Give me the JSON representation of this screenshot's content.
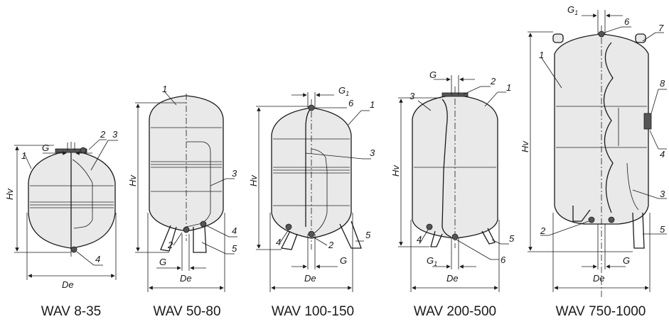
{
  "captions": [
    "WAV 8-35",
    "WAV 50-80",
    "WAV 100-150",
    "WAV 200-500",
    "WAV 750-1000"
  ],
  "dimensions": {
    "hv": "Hv",
    "de": "De",
    "g": "G",
    "g1_base": "G",
    "g1_sub": "1"
  },
  "callouts": {
    "n1": "1",
    "n2": "2",
    "n3": "3",
    "n4": "4",
    "n5": "5",
    "n6": "6",
    "n7": "7",
    "n8": "8"
  }
}
